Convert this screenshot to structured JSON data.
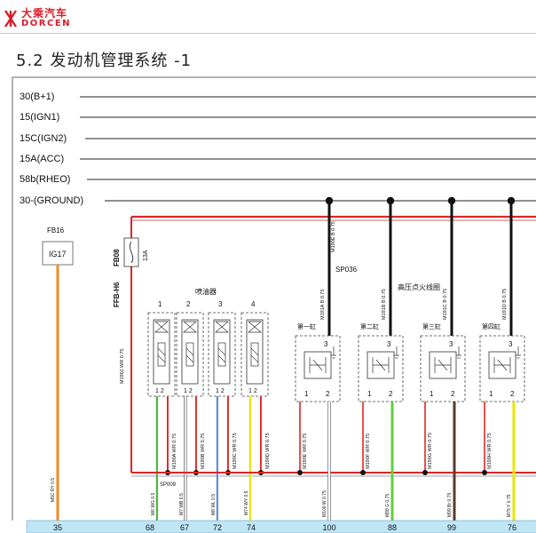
{
  "brand": {
    "cn": "大乘汽车",
    "en": "DORCEN"
  },
  "page_title": "5.2 发动机管理系统 -1",
  "rails": [
    "30(B+1)",
    "15(IGN1)",
    "15C(IGN2)",
    "15A(ACC)",
    "58b(RHEO)",
    "30-(GROUND)"
  ],
  "fuse_relay": {
    "label": "FB16",
    "code": "IG17",
    "wire": "M5C RY 0.5"
  },
  "fuse": {
    "box": "FB08",
    "rating": "13A",
    "feed": "FFB-H6",
    "wire": "M190J WR 0.75"
  },
  "injectors": {
    "title": "喷油器",
    "numbers": [
      "1",
      "2",
      "3",
      "4"
    ],
    "pins": "1 2",
    "feed_wires": [
      "M190A WR 0.75",
      "M190B WR 0.75",
      "M190C WR 0.75",
      "M190D WR 0.75"
    ],
    "signal_wires": [
      "M6 WG 0.5",
      "M7 WB 0.5",
      "M8 WL 0.5",
      "M74 WY 0.5"
    ],
    "splice": "SP009"
  },
  "coils": {
    "title": "高压点火线圈",
    "names": [
      "第一缸",
      "第二缸",
      "第三缸",
      "第四缸"
    ],
    "pin3": "3",
    "pins": [
      "1",
      "2"
    ],
    "ground_wires": [
      "M190E B 0.75",
      "M191A B 0.75",
      "M191B B 0.75",
      "M191C B 0.75",
      "M191D B 0.75"
    ],
    "splice": "SP036",
    "feed_wires": [
      "M190E WR 0.75",
      "M190F WR 0.75",
      "M190G WR 0.75",
      "M190H WR 0.75"
    ],
    "signal_wires": [
      "M100 W 0.75",
      "M88 G 0.75",
      "M99 Br 0.75",
      "M75 Y 0.75"
    ]
  },
  "ecu_pins": [
    "35",
    "68",
    "67",
    "72",
    "74",
    "100",
    "88",
    "99",
    "76"
  ],
  "colors": {
    "brand_red": "#d81e2a",
    "power_red": "#e02525",
    "ground": "#111111",
    "ign_green": "#4caf3a",
    "orange": "#f08a24",
    "connector_blue": "#bfe6f6",
    "yellow": "#e6e600",
    "brown": "#5a3a2a"
  }
}
